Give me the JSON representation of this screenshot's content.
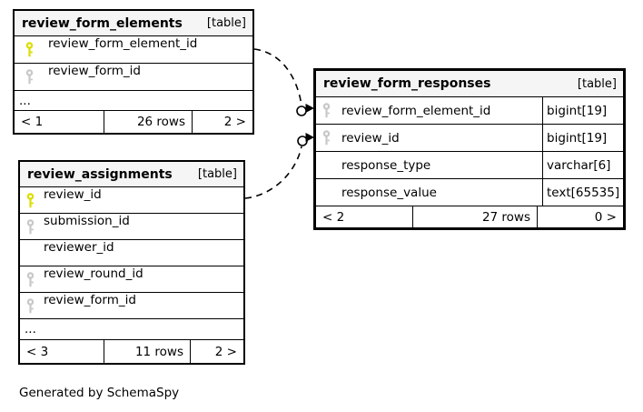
{
  "app": {
    "generated_by": "Generated by SchemaSpy"
  },
  "colors": {
    "background": "#ffffff",
    "table_border": "#000000",
    "table_header_bg": "#f5f5f5",
    "primary_key_icon": "#dcdc00",
    "foreign_key_icon": "#c8c8c8"
  },
  "tables": [
    {
      "name": "review_form_elements",
      "type_label": "[table]",
      "columns": [
        {
          "name": "review_form_element_id",
          "key": "primary-key"
        },
        {
          "name": "review_form_id",
          "key": "foreign-key"
        }
      ],
      "more_columns_indicator": "...",
      "footer": {
        "hidden_left": "< 1",
        "row_count": "26 rows",
        "hidden_right": "2 >"
      }
    },
    {
      "name": "review_form_responses",
      "type_label": "[table]",
      "columns": [
        {
          "name": "review_form_element_id",
          "key": "foreign-key",
          "data_type": "bigint[19]"
        },
        {
          "name": "review_id",
          "key": "foreign-key",
          "data_type": "bigint[19]"
        },
        {
          "name": "response_type",
          "key": "none",
          "data_type": "varchar[6]"
        },
        {
          "name": "response_value",
          "key": "none",
          "data_type": "text[65535]"
        }
      ],
      "footer": {
        "hidden_left": "< 2",
        "row_count": "27 rows",
        "hidden_right": "0 >"
      }
    },
    {
      "name": "review_assignments",
      "type_label": "[table]",
      "columns": [
        {
          "name": "review_id",
          "key": "primary-key"
        },
        {
          "name": "submission_id",
          "key": "foreign-key"
        },
        {
          "name": "reviewer_id",
          "key": "none"
        },
        {
          "name": "review_round_id",
          "key": "foreign-key"
        },
        {
          "name": "review_form_id",
          "key": "foreign-key"
        }
      ],
      "more_columns_indicator": "...",
      "footer": {
        "hidden_left": "< 3",
        "row_count": "11 rows",
        "hidden_right": "2 >"
      }
    }
  ],
  "relationships": [
    {
      "from": "review_form_elements.review_form_element_id",
      "to": "review_form_responses.review_form_element_id"
    },
    {
      "from": "review_assignments.review_id",
      "to": "review_form_responses.review_id"
    }
  ]
}
